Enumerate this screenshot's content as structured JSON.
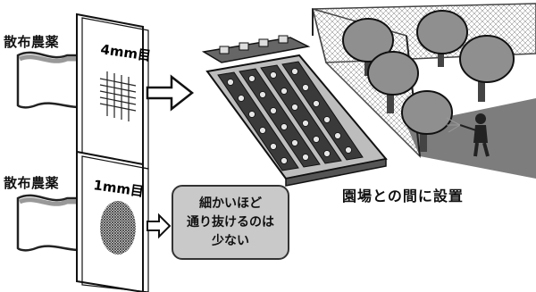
{
  "labels": {
    "spray_top": "散布農薬",
    "spray_bottom": "散布農薬",
    "mesh_top": "4mm目",
    "mesh_bottom": "1mm目",
    "caption": "園場との間に設置"
  },
  "bubble": {
    "line1": "細かいほど",
    "line2": "通り抜けるのは",
    "line3": "少ない"
  },
  "colors": {
    "bubble_fill": "#c9c9c9",
    "ground": "#7d7d7d",
    "field_plot": "#3a3a3a",
    "tree_canopy": "#8f8f8f"
  }
}
